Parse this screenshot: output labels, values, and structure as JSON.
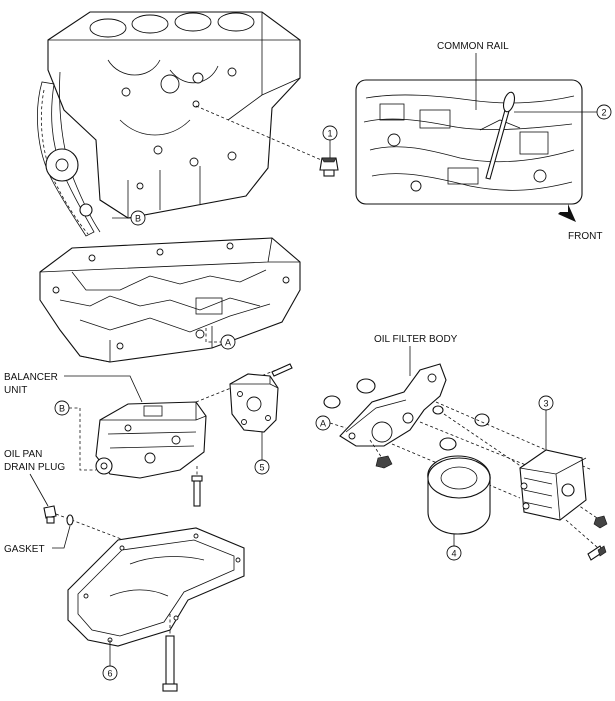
{
  "labels": {
    "common_rail": "COMMON RAIL",
    "front": "FRONT",
    "oil_filter_body": "OIL FILTER BODY",
    "balancer_unit_line1": "BALANCER",
    "balancer_unit_line2": "UNIT",
    "oil_pan_drain_plug_line1": "OIL PAN",
    "oil_pan_drain_plug_line2": "DRAIN PLUG",
    "gasket": "GASKET"
  },
  "callouts": {
    "c1": "1",
    "c2": "2",
    "c3": "3",
    "c4": "4",
    "c5": "5",
    "c6": "6",
    "ref_a_upper": "A",
    "ref_a_lower": "A",
    "ref_b_upper": "B",
    "ref_b_lower": "B"
  }
}
